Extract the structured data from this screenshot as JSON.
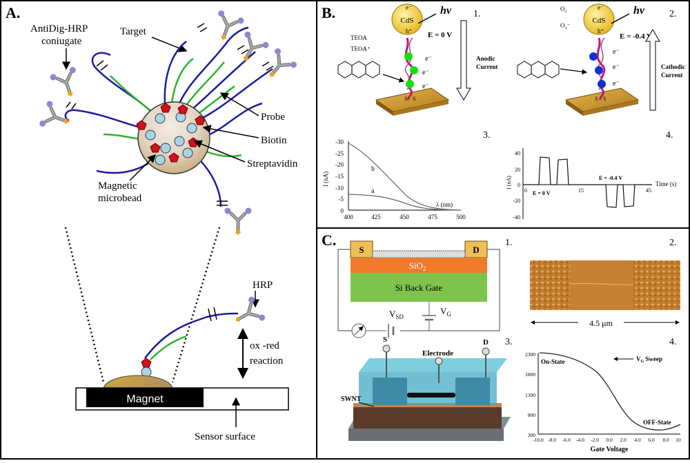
{
  "panel_a": {
    "label": "A.",
    "conjugate_line1": "AntiDig-HRP",
    "conjugate_line2": "coniugate",
    "target": "Target",
    "probe": "Probe",
    "biotin": "Biotin",
    "streptavidin": "Streptavidin",
    "bead_line1": "Magnetic",
    "bead_line2": "microbead",
    "hrp": "HRP",
    "reaction_line1": "ox -red",
    "reaction_line2": "reaction",
    "magnet": "Magnet",
    "sensor": "Sensor surface"
  },
  "panel_b": {
    "label": "B.",
    "num1": "1.",
    "num2": "2.",
    "num3": "3.",
    "num4": "4.",
    "hv": "hv",
    "cds": "CdS",
    "e_minus": "e⁻",
    "h_plus": "h⁺",
    "teoa": "TEOA",
    "teoa_plus": "TEOA⁺",
    "o2": "O₂",
    "o2_minus": "O₂⁻",
    "e_0": "E = 0 V",
    "e_neg": "E = -0.4 V",
    "anodic_line1": "Anodic",
    "anodic_line2": "Current",
    "cathodic_line1": "Cathodic",
    "cathodic_line2": "Current",
    "s_atom": "S",
    "chart3": {
      "ylabel": "I (nA)",
      "xlabel": "λ (nm)",
      "yticks": [
        "-30",
        "-25",
        "-20",
        "-15",
        "-10",
        "-5",
        "0"
      ],
      "xticks": [
        "400",
        "425",
        "450",
        "475",
        "500"
      ],
      "curve_a": "a",
      "curve_b": "b"
    },
    "chart4": {
      "ylabel": "I (nA)",
      "xlabel": "Time (s)",
      "yticks": [
        "40",
        "20",
        "0",
        "-20",
        "-40"
      ],
      "xticks": [
        "0",
        "15",
        "45"
      ],
      "e_0": "E = 0 V",
      "e_neg": "E = -0.4 V"
    }
  },
  "panel_c": {
    "label": "C.",
    "num1": "1.",
    "num2": "2.",
    "num3": "3.",
    "num4": "4.",
    "source": "S",
    "drain": "D",
    "sio2": "SiO",
    "sio2_sub": "2",
    "si_gate": "Si Back Gate",
    "vsd": "V",
    "vsd_sub": "SD",
    "vg": "V",
    "vg_sub": "G",
    "scale": "4.5 μm",
    "s3": "S",
    "electrode": "Electrode",
    "d3": "D",
    "swnt": "SWNT",
    "chart4": {
      "yticks": [
        "2300",
        "1800",
        "1300",
        "800",
        "300"
      ],
      "xticks": [
        "-10.0",
        "-8.0",
        "-6.0",
        "-4.0",
        "-2.0",
        "0.0",
        "2.0",
        "4.0",
        "6.0",
        "8.0",
        "10"
      ],
      "xlabel": "Gate Voltage",
      "on_state": "On-State",
      "off_state": "OFF-State",
      "sweep": "V",
      "sweep_sub": "G",
      "sweep_word": " Sweep"
    }
  },
  "colors": {
    "dna_blue": "#1a1aa0",
    "probe_green": "#2bb52b",
    "biotin_red": "#d0101a",
    "strept_blue": "#a9d6de",
    "cds_yellow": "#f1d34a",
    "gold": "#c9932c",
    "sio2_orange": "#ee7a2a",
    "si_green": "#7ec34b",
    "source_gold": "#efc058"
  }
}
